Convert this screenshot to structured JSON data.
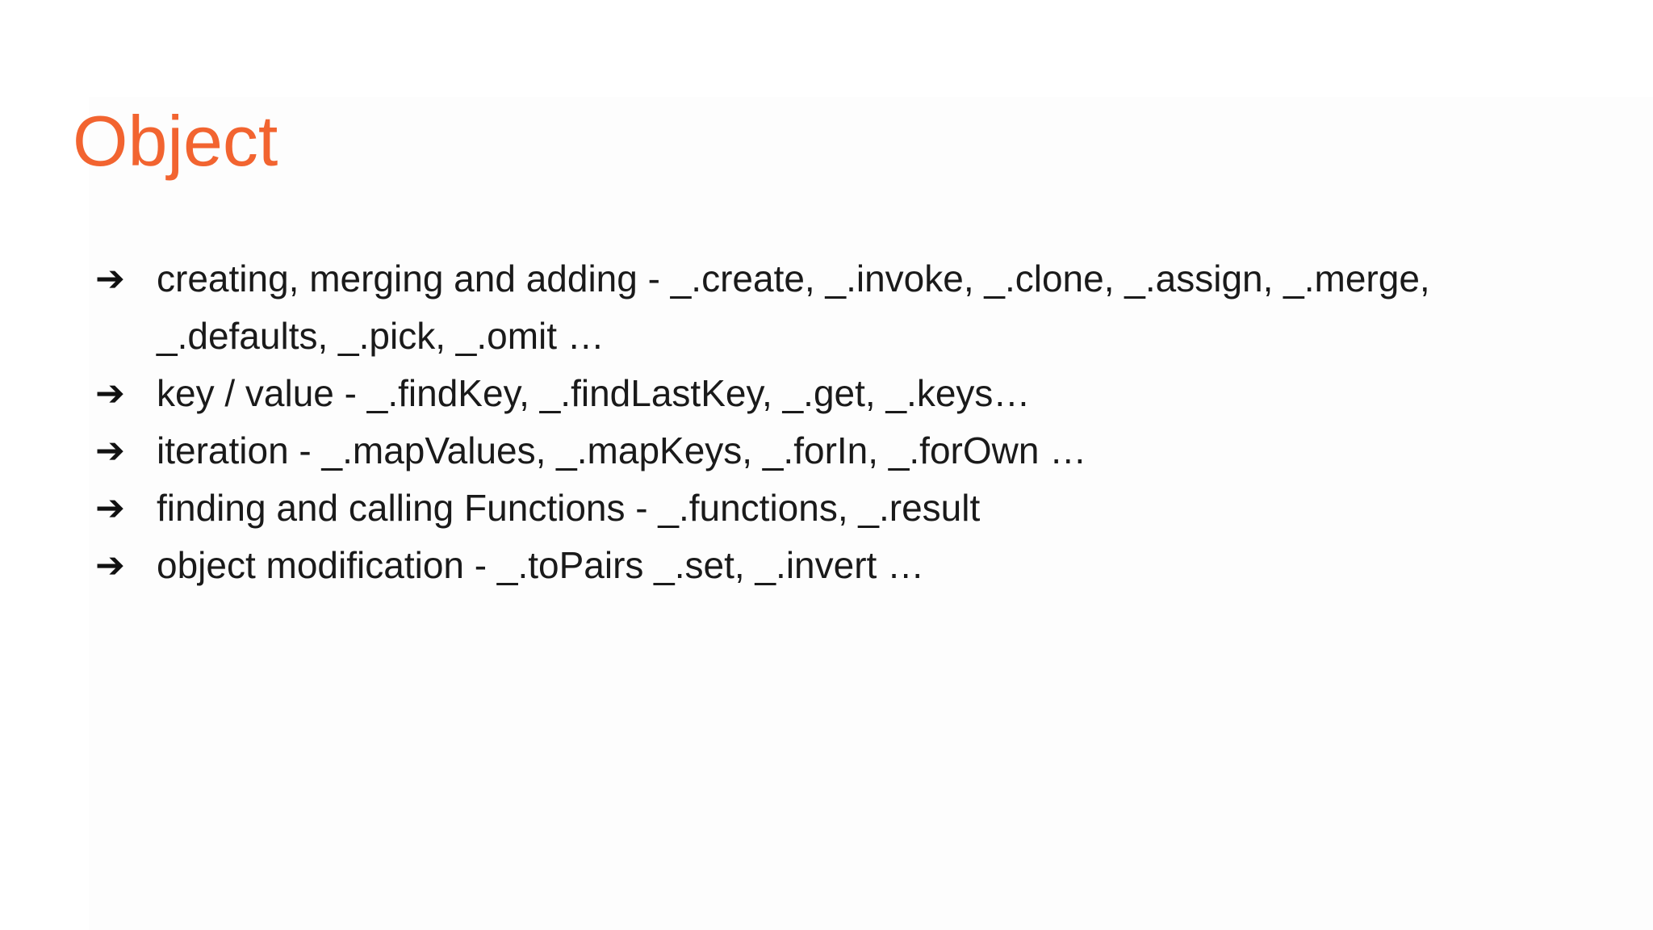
{
  "slide": {
    "title": "Object",
    "title_color": "#f26430",
    "bullet_icon": "arrow-right-icon",
    "bullets": [
      {
        "text": "creating, merging and adding - _.create, _.invoke, _.clone, _.assign, _.merge, _.defaults, _.pick, _.omit …"
      },
      {
        "text": "key / value - _.findKey, _.findLastKey, _.get, _.keys…"
      },
      {
        "text": "iteration - _.mapValues, _.mapKeys, _.forIn, _.forOwn …"
      },
      {
        "text": "finding and calling Functions - _.functions, _.result"
      },
      {
        "text": "object modification - _.toPairs _.set, _.invert …"
      }
    ]
  }
}
